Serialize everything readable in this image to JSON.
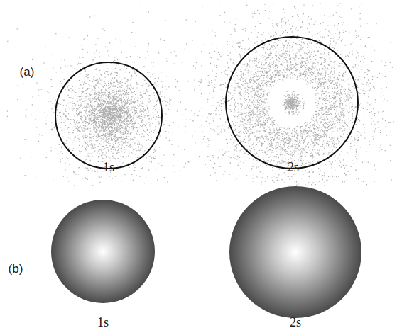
{
  "diagram": {
    "labels": [
      "(a)",
      "1s",
      "2s",
      "(b)",
      "1s",
      "2s"
    ]
  }
}
